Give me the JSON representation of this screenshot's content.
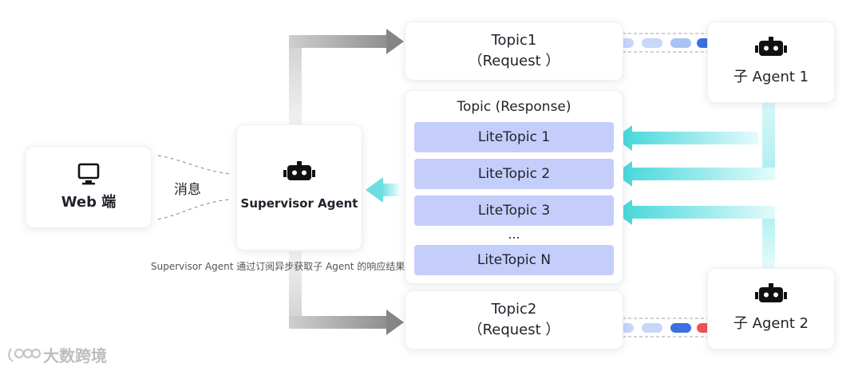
{
  "web": {
    "label": "Web 端"
  },
  "message": {
    "label": "消息"
  },
  "supervisor": {
    "label": "Supervisor Agent"
  },
  "caption": {
    "text": "Supervisor Agent 通过订阅异步获取子 Agent 的响应结果"
  },
  "topic1": {
    "title": "Topic1",
    "subtitle": "（Request ）"
  },
  "topic2": {
    "title": "Topic2",
    "subtitle": "（Request ）"
  },
  "response": {
    "title": "Topic (Response)",
    "items": [
      "LiteTopic 1",
      "LiteTopic 2",
      "LiteTopic 3",
      "LiteTopic N"
    ],
    "ellipsis": "..."
  },
  "agent1": {
    "label": "子 Agent 1"
  },
  "agent2": {
    "label": "子 Agent 2"
  },
  "watermark": {
    "text": "大数跨境"
  },
  "colors": {
    "lite_fill": "#c5cdfa",
    "teal": "#4fd9dc",
    "pill_light": "#c8d6f8",
    "pill_mid": "#a9c2f5",
    "pill_dark": "#3d6fe0",
    "pill_red": "#f05252"
  }
}
